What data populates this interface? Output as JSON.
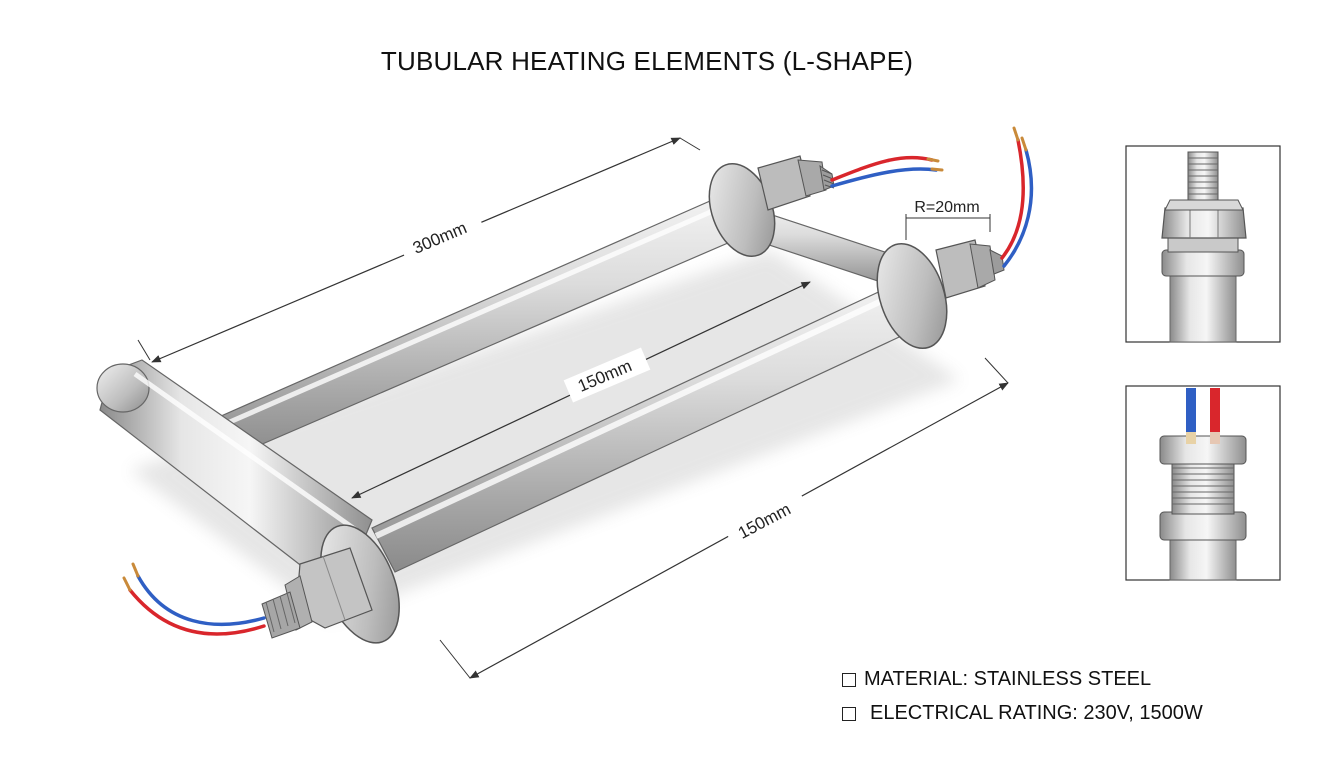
{
  "title": "TUBULAR HEATING ELEMENTS (L-SHAPE)",
  "dimensions": {
    "length": "300mm",
    "inner_width": "150mm",
    "outer_width": "150mm",
    "bend_radius": "R=20mm"
  },
  "specs": [
    {
      "label": "MATERIAL: STAINLESS STEEL"
    },
    {
      "label": "ELECTRICAL RATING: 230V, 1500W"
    }
  ],
  "colors": {
    "steel_light": "#eeeeee",
    "steel_dark": "#8f8f8f",
    "wire_red": "#d9262c",
    "wire_blue": "#2f5fc4",
    "copper": "#c98a3a"
  },
  "icons": [
    "checkbox-icon",
    "hex-nut-icon",
    "threaded-terminal-icon"
  ]
}
